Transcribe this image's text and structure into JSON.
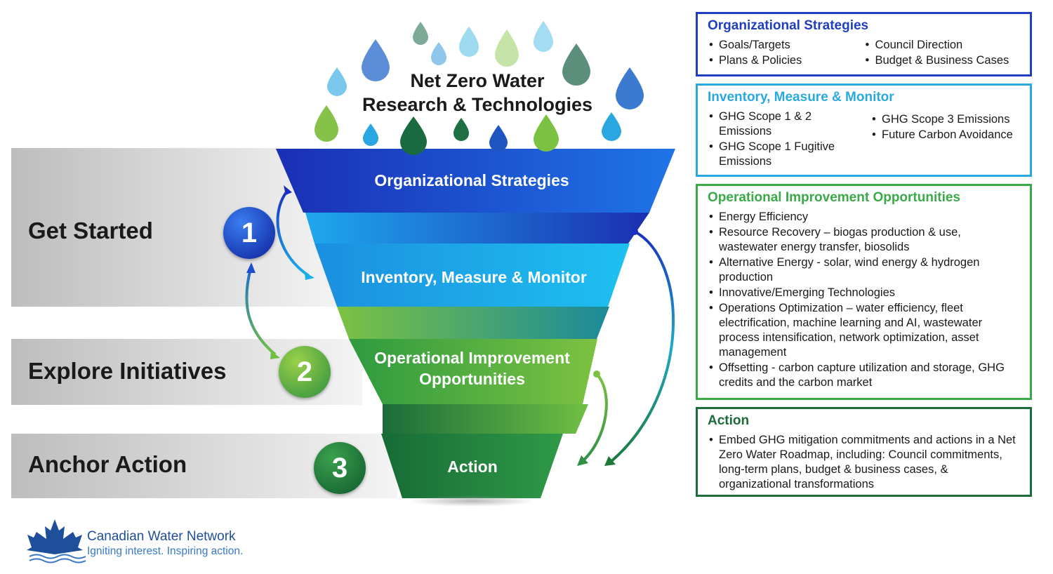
{
  "title": {
    "line1": "Net Zero Water",
    "line2": "Research & Technologies"
  },
  "steps": [
    {
      "label": "Get Started",
      "number": "1"
    },
    {
      "label": "Explore Initiatives",
      "number": "2"
    },
    {
      "label": "Anchor Action",
      "number": "3"
    }
  ],
  "funnel": {
    "stage1": "Organizational Strategies",
    "stage2": "Inventory, Measure & Monitor",
    "stage3_line1": "Operational Improvement",
    "stage3_line2": "Opportunities",
    "stage4": "Action"
  },
  "boxes": {
    "org": {
      "heading": "Organizational Strategies",
      "col1": [
        "Goals/Targets",
        "Plans & Policies"
      ],
      "col2": [
        "Council Direction",
        "Budget & Business Cases"
      ]
    },
    "inventory": {
      "heading": "Inventory, Measure & Monitor",
      "col1": [
        "GHG Scope 1 & 2 Emissions",
        "GHG Scope 1 Fugitive Emissions"
      ],
      "col2": [
        "GHG Scope 3 Emissions",
        "Future Carbon Avoidance"
      ]
    },
    "operational": {
      "heading": "Operational Improvement Opportunities",
      "items": [
        "Energy Efficiency",
        "Resource Recovery – biogas production & use, wastewater energy transfer, biosolids",
        "Alternative Energy - solar, wind energy & hydrogen production",
        "Innovative/Emerging Technologies",
        "Operations Optimization – water efficiency, fleet electrification, machine learning and AI, wastewater process intensification, network optimization, asset management",
        "Offsetting - carbon capture utilization and storage, GHG credits and the carbon market"
      ]
    },
    "action": {
      "heading": "Action",
      "items": [
        "Embed GHG mitigation commitments and actions in a Net Zero Water Roadmap, including: Council commitments, long-term plans, budget & business cases, & organizational transformations"
      ]
    }
  },
  "logo": {
    "name": "Canadian Water Network",
    "tagline": "Igniting interest. Inspiring action."
  },
  "colors": {
    "dark_blue": "#1f3fbf",
    "light_blue": "#29a9e0",
    "green": "#3aaa49",
    "dark_green": "#1c6b3b"
  }
}
